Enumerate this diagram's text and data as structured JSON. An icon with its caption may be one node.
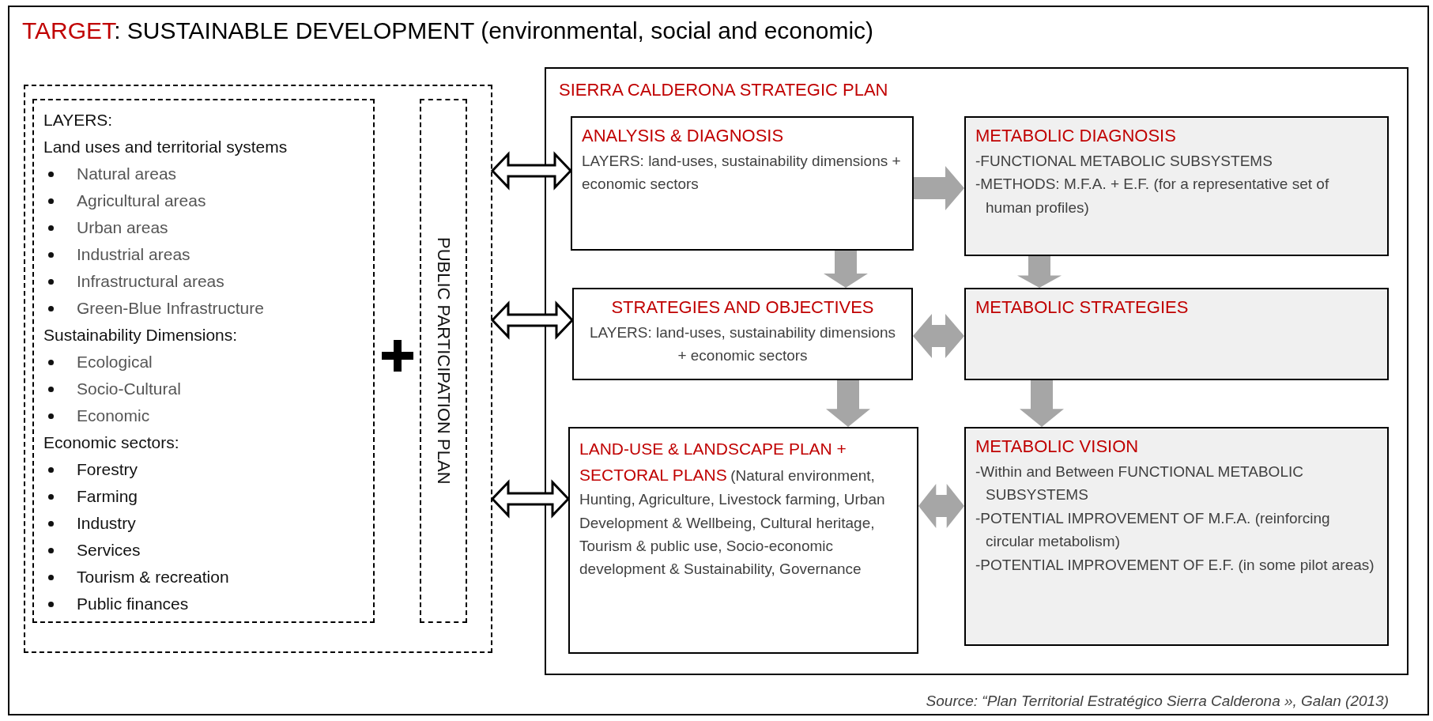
{
  "diagram": {
    "title": "TARGET: SUSTAINABLE DEVELOPMENT (environmental, social and economic)",
    "caption": "Source: “Plan Territorial Estratégico Sierra Calderona », Galan (2013)",
    "nodes": [
      {
        "text": [],
        "shape": "box"
      },
      {
        "text": [
          "LAYERS:",
          "Land uses and territorial systems",
          "Natural areas",
          "Agricultural areas",
          "Urban areas",
          "Industrial areas",
          "Infrastructural areas",
          "Green-Blue Infrastructure",
          "Sustainability Dimensions:",
          "Ecological",
          "Socio-Cultural",
          "Economic",
          "Economic sectors:",
          "Forestry",
          "Farming",
          "Industry",
          "Services",
          "Tourism & recreation",
          "Public finances"
        ],
        "in": 0
      },
      {
        "text": [
          "PUBLIC PARTICIPATION PLAN"
        ],
        "in": 0
      },
      {
        "text": [
          "SIERRA CALDERONA STRATEGIC PLAN"
        ]
      },
      {
        "text": [
          "ANALYSIS & DIAGNOSIS",
          "LAYERS: land-uses, sustainability dimensions + economic sectors"
        ],
        "in": 3
      },
      {
        "text": [
          "METABOLIC DIAGNOSIS",
          "-FUNCTIONAL METABOLIC SUBSYSTEMS",
          "-METHODS: M.F.A. + E.F. (for a representative set of human profiles)"
        ],
        "in": 3
      },
      {
        "text": [
          "STRATEGIES AND OBJECTIVES",
          "LAYERS: land-uses, sustainability dimensions + economic sectors"
        ],
        "in": 3
      },
      {
        "text": [
          "METABOLIC STRATEGIES"
        ],
        "in": 3
      },
      {
        "text": [
          "LAND-USE & LANDSCAPE PLAN + SECTORAL PLANS",
          "(Natural environment, Hunting, Agriculture, Livestock farming, Urban Development & Wellbeing, Cultural heritage, Tourism & public use, Socio-economic development & Sustainability, Governance"
        ],
        "in": 3
      },
      {
        "text": [
          "METABOLIC VISION",
          "-Within and Between FUNCTIONAL METABOLIC SUBSYSTEMS",
          "-POTENTIAL IMPROVEMENT OF M.F.A. (reinforcing circular metabolism)",
          "-POTENTIAL IMPROVEMENT OF E.F. (in some pilot areas)"
        ],
        "in": 3
      }
    ],
    "edges": [
      {
        "from": 0,
        "to": 4,
        "arrow": "both",
        "color": "#000000"
      },
      {
        "from": 0,
        "to": 6,
        "arrow": "both",
        "color": "#000000"
      },
      {
        "from": 0,
        "to": 8,
        "arrow": "both",
        "color": "#000000"
      },
      {
        "from": 4,
        "to": 5,
        "arrow": "to"
      },
      {
        "from": 4,
        "to": 6,
        "arrow": "to"
      },
      {
        "from": 5,
        "to": 7,
        "arrow": "to"
      },
      {
        "from": 6,
        "to": 7,
        "arrow": "both"
      },
      {
        "from": 6,
        "to": 8,
        "arrow": "to"
      },
      {
        "from": 7,
        "to": 9,
        "arrow": "to"
      },
      {
        "from": 8,
        "to": 9,
        "arrow": "both"
      }
    ]
  }
}
